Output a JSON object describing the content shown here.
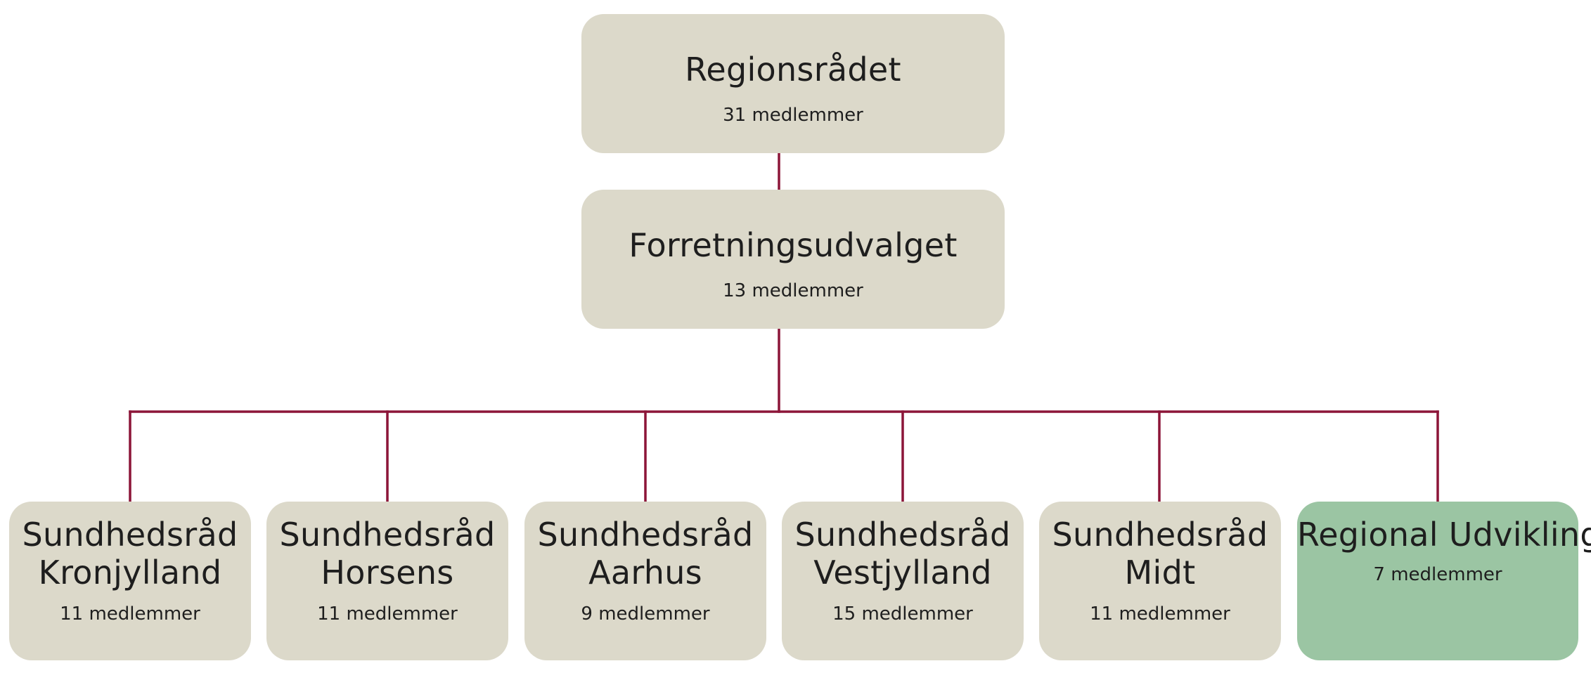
{
  "diagram": {
    "type": "org-chart",
    "connector_color": "#8c1538",
    "top": [
      {
        "id": "regionsraadet",
        "title": "Regionsrådet",
        "count": "31 medlemmer"
      },
      {
        "id": "forretningsudvalget",
        "title": "Forretningsudvalget",
        "count": "13 medlemmer"
      }
    ],
    "children": [
      {
        "id": "kronjylland",
        "title_lines": [
          "Sundhedsråd",
          "Kronjylland"
        ],
        "count": "11 medlemmer",
        "color": "#dcd9ca"
      },
      {
        "id": "horsens",
        "title_lines": [
          "Sundhedsråd",
          "Horsens"
        ],
        "count": "11 medlemmer",
        "color": "#dcd9ca"
      },
      {
        "id": "aarhus",
        "title_lines": [
          "Sundhedsråd",
          "Aarhus"
        ],
        "count": "9 medlemmer",
        "color": "#dcd9ca"
      },
      {
        "id": "vestjylland",
        "title_lines": [
          "Sundhedsråd",
          "Vestjylland"
        ],
        "count": "15 medlemmer",
        "color": "#dcd9ca"
      },
      {
        "id": "midt",
        "title_lines": [
          "Sundhedsråd",
          "Midt"
        ],
        "count": "11 medlemmer",
        "color": "#dcd9ca"
      },
      {
        "id": "regional-udvikling",
        "title_lines": [
          "Regional Udvikling"
        ],
        "count": "7 medlemmer",
        "color": "#9bc5a3"
      }
    ],
    "edges": [
      [
        "regionsraadet",
        "forretningsudvalget"
      ],
      [
        "forretningsudvalget",
        "kronjylland"
      ],
      [
        "forretningsudvalget",
        "horsens"
      ],
      [
        "forretningsudvalget",
        "aarhus"
      ],
      [
        "forretningsudvalget",
        "vestjylland"
      ],
      [
        "forretningsudvalget",
        "midt"
      ],
      [
        "forretningsudvalget",
        "regional-udvikling"
      ]
    ]
  }
}
